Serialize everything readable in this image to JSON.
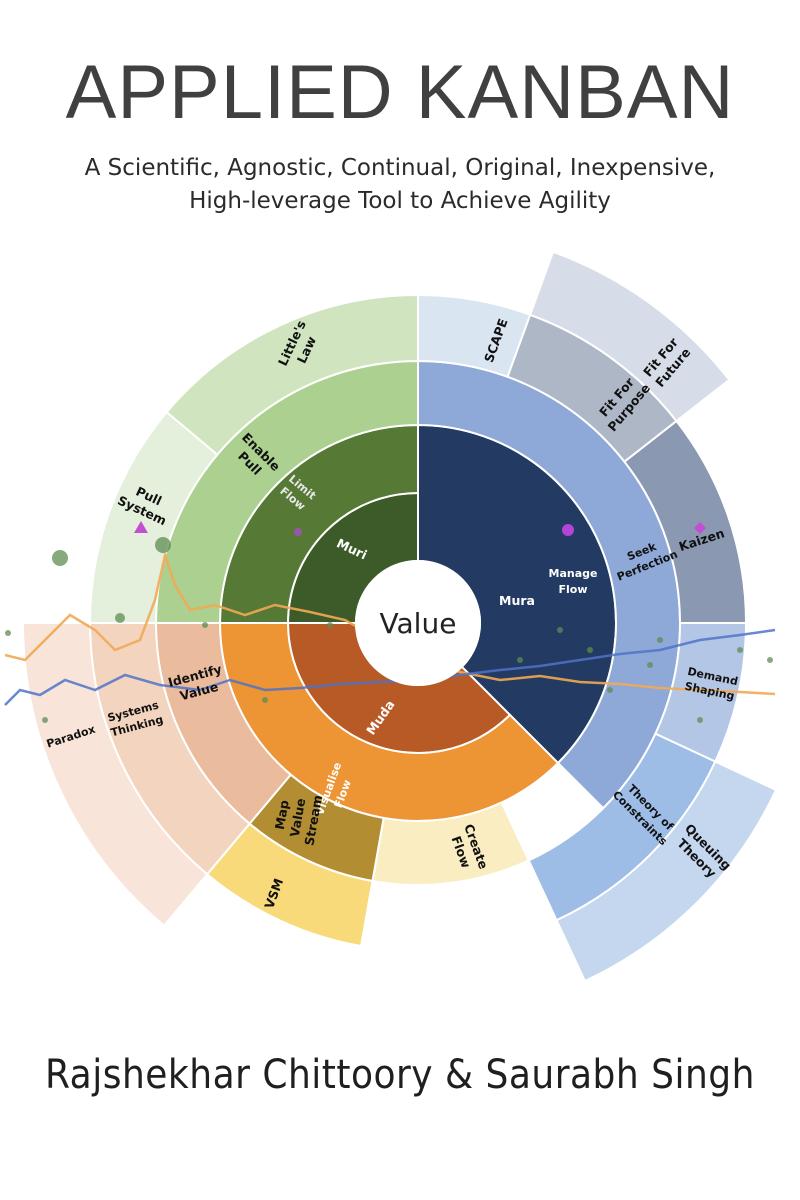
{
  "cover": {
    "title": "APPLIED KANBAN",
    "subtitle_line1": "A Scientific, Agnostic, Continual, Original, Inexpensive,",
    "subtitle_line2": "High-leverage Tool to Achieve Agility",
    "authors": "Rajshekhar Chittoory & Saurabh Singh"
  },
  "diagram": {
    "center": "Value",
    "inner": {
      "muri": "Muri",
      "mura": "Mura",
      "muda": "Muda"
    },
    "middle": {
      "limit_flow_1": "Limit",
      "limit_flow_2": "Flow",
      "manage_flow_1": "Manage",
      "manage_flow_2": "Flow",
      "visualise_flow_1": "Visualise",
      "visualise_flow_2": "Flow"
    },
    "outer": {
      "enable_pull_1": "Enable",
      "enable_pull_2": "Pull",
      "pull_system_1": "Pull",
      "pull_system_2": "System",
      "seek_perfection_1": "Seek",
      "seek_perfection_2": "Perfection",
      "identify_value_1": "Identify",
      "identify_value_2": "Value",
      "systems_thinking_1": "Systems",
      "systems_thinking_2": "Thinking",
      "map_value_stream_1": "Map",
      "map_value_stream_2": "Value",
      "map_value_stream_3": "Stream",
      "create_flow_1": "Create",
      "create_flow_2": "Flow"
    },
    "ring4": {
      "littles_law_1": "Little's",
      "littles_law_2": "Law",
      "scape": "SCAPE",
      "fit_purpose_1": "Fit For",
      "fit_purpose_2": "Purpose",
      "kaizen": "Kaizen",
      "demand_shaping_1": "Demand",
      "demand_shaping_2": "Shaping",
      "toc_1": "Theory of",
      "toc_2": "Constraints",
      "paradox": "Paradox",
      "vsm": "VSM"
    },
    "ring5": {
      "fit_future_1": "Fit For",
      "fit_future_2": "Future",
      "queuing_1": "Queuing",
      "queuing_2": "Theory"
    }
  },
  "colors": {
    "muri": "#3d5a29",
    "limit_flow": "#567a36",
    "green_light": "#abd08f",
    "green_pale": "#cfe4bf",
    "green_faint": "#e4efdc",
    "mura": "#233a62",
    "manage_flow": "#2f4f7f",
    "seek_perfection": "#8ea8d8",
    "muda": "#b75a26",
    "visualise_flow": "#ed9434",
    "identify_value": "#e7b08c",
    "systems_thinking": "#f1cdb4",
    "paradox": "#f7e0d2",
    "map_value_stream": "#b38d32",
    "vsm": "#f9da7a",
    "create_flow": "#fbedc2",
    "scape": "#dae5f2",
    "fit_purpose": "#aeb7c6",
    "fit_future": "#d6dde8",
    "kaizen": "#8a98b2",
    "demand_shaping": "#b3c6e6",
    "toc": "#9dbde6",
    "queuing": "#c4d7ef"
  }
}
